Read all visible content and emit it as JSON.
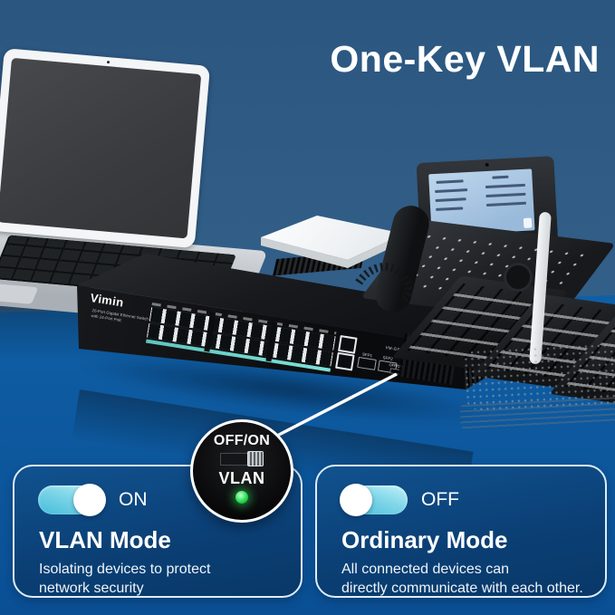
{
  "title": "One-Key VLAN",
  "switch": {
    "brand": "Vimin",
    "subtitle_line1": "26-Port Gigabit Ethernet Switch",
    "subtitle_line2": "with 24-Port PoE",
    "model": "VM-GS26GP",
    "sfp_labels": [
      "SFP1",
      "SFP2"
    ],
    "toggle_print_label": "OFF/ON"
  },
  "callout": {
    "switch_label": "OFF/ON",
    "feature_label": "VLAN"
  },
  "cards": [
    {
      "toggle_state": "ON",
      "title": "VLAN Mode",
      "description_line1": "Isolating devices to protect",
      "description_line2": "network security"
    },
    {
      "toggle_state": "OFF",
      "title": "Ordinary Mode",
      "description_line1": "All connected devices can",
      "description_line2": "directly communicate with each other."
    }
  ],
  "colors": {
    "background": "#2f5c87",
    "desk": "#1064a9",
    "card_background": "#0c4278",
    "card_border": "#ddedf8",
    "toggle_track": "#5ac8e0",
    "led_green": "#2ee25a",
    "text": "#ffffff"
  }
}
